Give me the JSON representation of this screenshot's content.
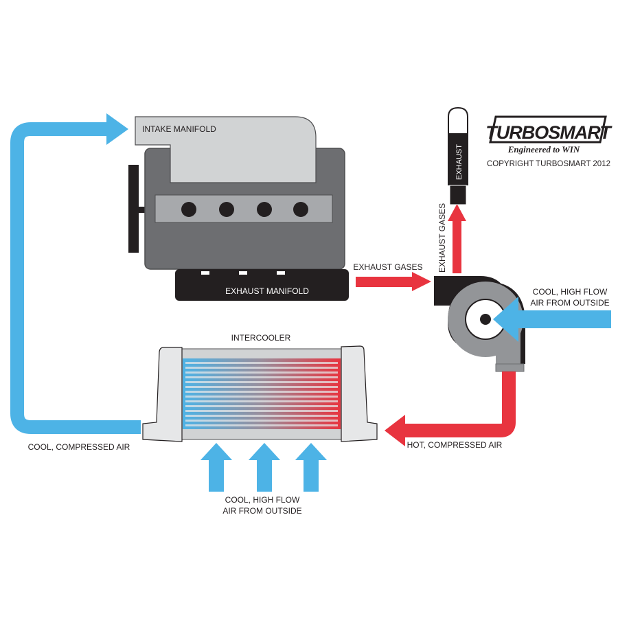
{
  "labels": {
    "intake_manifold": "INTAKE MANIFOLD",
    "exhaust_manifold": "EXHAUST MANIFOLD",
    "exhaust_gases_horizontal": "EXHAUST GASES",
    "exhaust_gases_vertical": "EXHAUST GASES",
    "exhaust": "EXHAUST",
    "intercooler": "INTERCOOLER",
    "cool_compressed_air": "COOL, COMPRESSED AIR",
    "hot_compressed_air": "HOT, COMPRESSED AIR",
    "turbo_inlet_line1": "COOL, HIGH FLOW",
    "turbo_inlet_line2": "AIR FROM OUTSIDE",
    "intercooler_inlet_line1": "COOL, HIGH FLOW",
    "intercooler_inlet_line2": "AIR FROM OUTSIDE"
  },
  "logo": {
    "brand": "TURBOSMART",
    "tagline": "Engineered to WIN",
    "copyright": "COPYRIGHT TURBOSMART 2012"
  },
  "colors": {
    "cool_air": "#4db3e6",
    "hot_air": "#e8343f",
    "engine": "#6d6e71",
    "manifold": "#d1d3d4"
  }
}
